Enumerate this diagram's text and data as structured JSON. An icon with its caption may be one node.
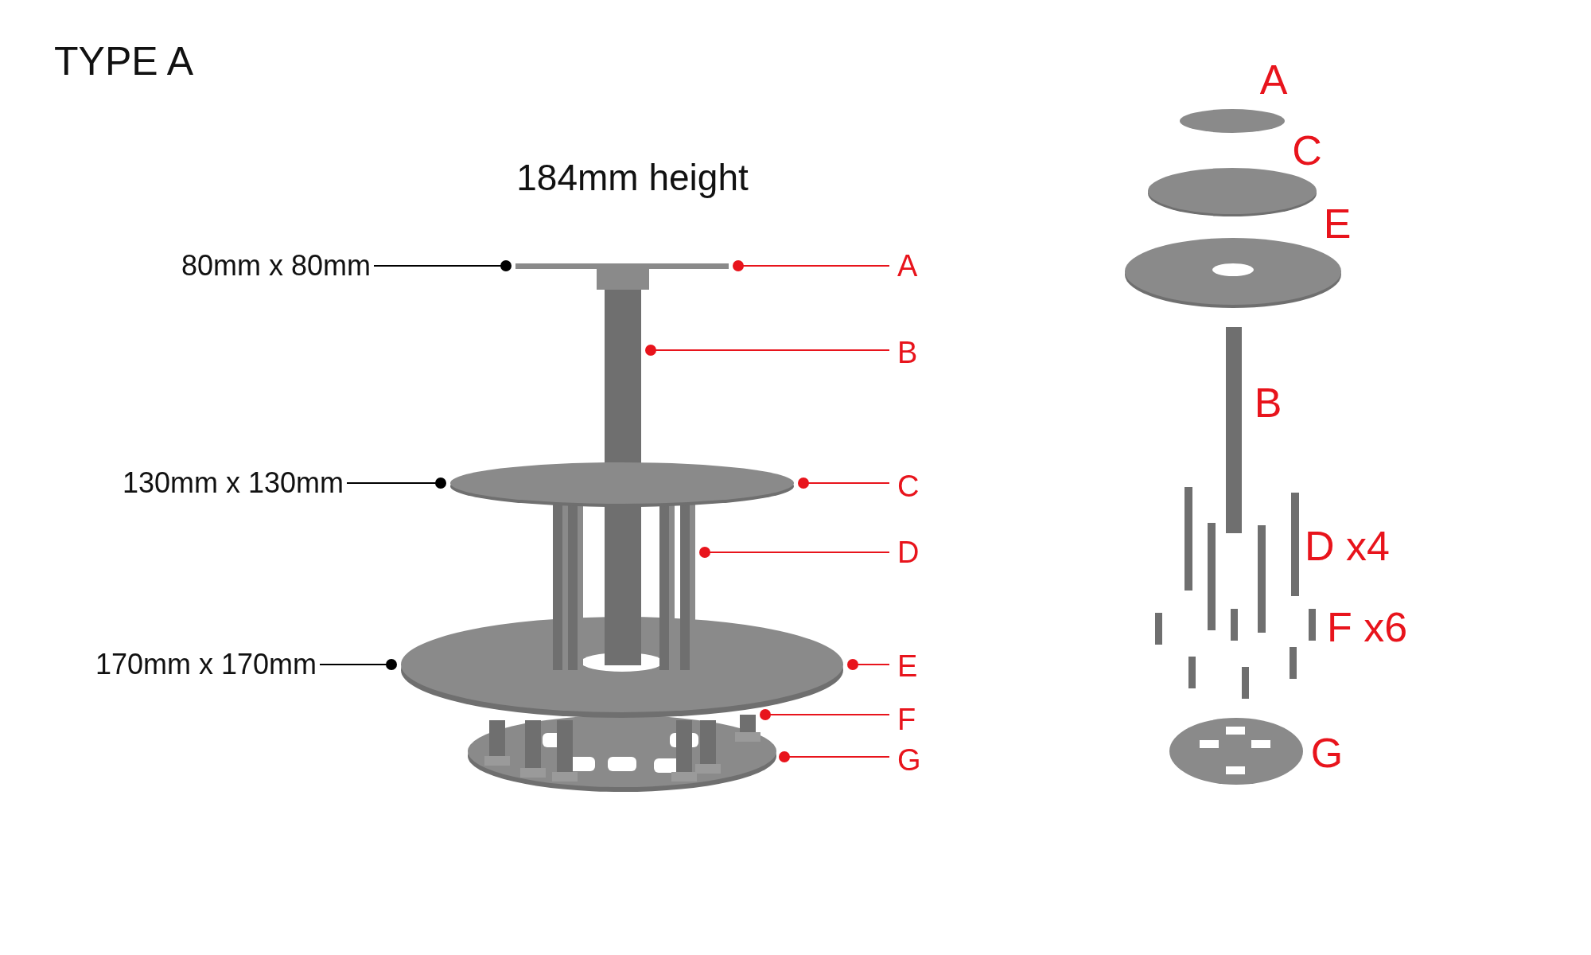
{
  "diagram": {
    "title": "TYPE A",
    "nodes": [
      {
        "text": [
          "80mm x 80mm"
        ]
      },
      {
        "text": [
          "130mm x 130mm"
        ]
      },
      {
        "text": [
          "170mm x 170mm"
        ]
      },
      {
        "text": [],
        "shape": "bar"
      },
      {
        "text": [],
        "shape": "bar"
      },
      {
        "text": [],
        "shape": "ellipse"
      },
      {
        "text": [],
        "shape": "picture"
      },
      {
        "text": [],
        "shape": "picture"
      },
      {
        "text": [],
        "shape": "picture"
      },
      {
        "text": [],
        "shape": "picture"
      },
      {
        "text": [
          "A"
        ]
      },
      {
        "text": [
          "B"
        ]
      },
      {
        "text": [
          "C"
        ]
      },
      {
        "text": [
          "D"
        ]
      },
      {
        "text": [
          "E"
        ]
      },
      {
        "text": [
          "F"
        ]
      },
      {
        "text": [
          "G"
        ]
      }
    ],
    "edges": [
      {
        "from": 0,
        "to": 3,
        "arrow": "other",
        "color": "#000000"
      },
      {
        "from": 1,
        "to": 5,
        "arrow": "other",
        "color": "#000000"
      },
      {
        "from": 2,
        "to": 7,
        "arrow": "other",
        "color": "#000000"
      },
      {
        "from": 10,
        "to": 3,
        "arrow": "other"
      },
      {
        "from": 11,
        "to": 4,
        "arrow": "other"
      },
      {
        "from": 12,
        "to": 5,
        "arrow": "other"
      },
      {
        "from": 13,
        "to": 6,
        "arrow": "other"
      },
      {
        "from": 14,
        "to": 7,
        "arrow": "other"
      },
      {
        "from": 15,
        "to": 8,
        "arrow": "other"
      },
      {
        "from": 16,
        "to": 9,
        "arrow": "other"
      }
    ],
    "labels": [
      "184mm height",
      "A",
      "C",
      "E",
      "B",
      "D x4",
      "F x6",
      "G"
    ]
  }
}
